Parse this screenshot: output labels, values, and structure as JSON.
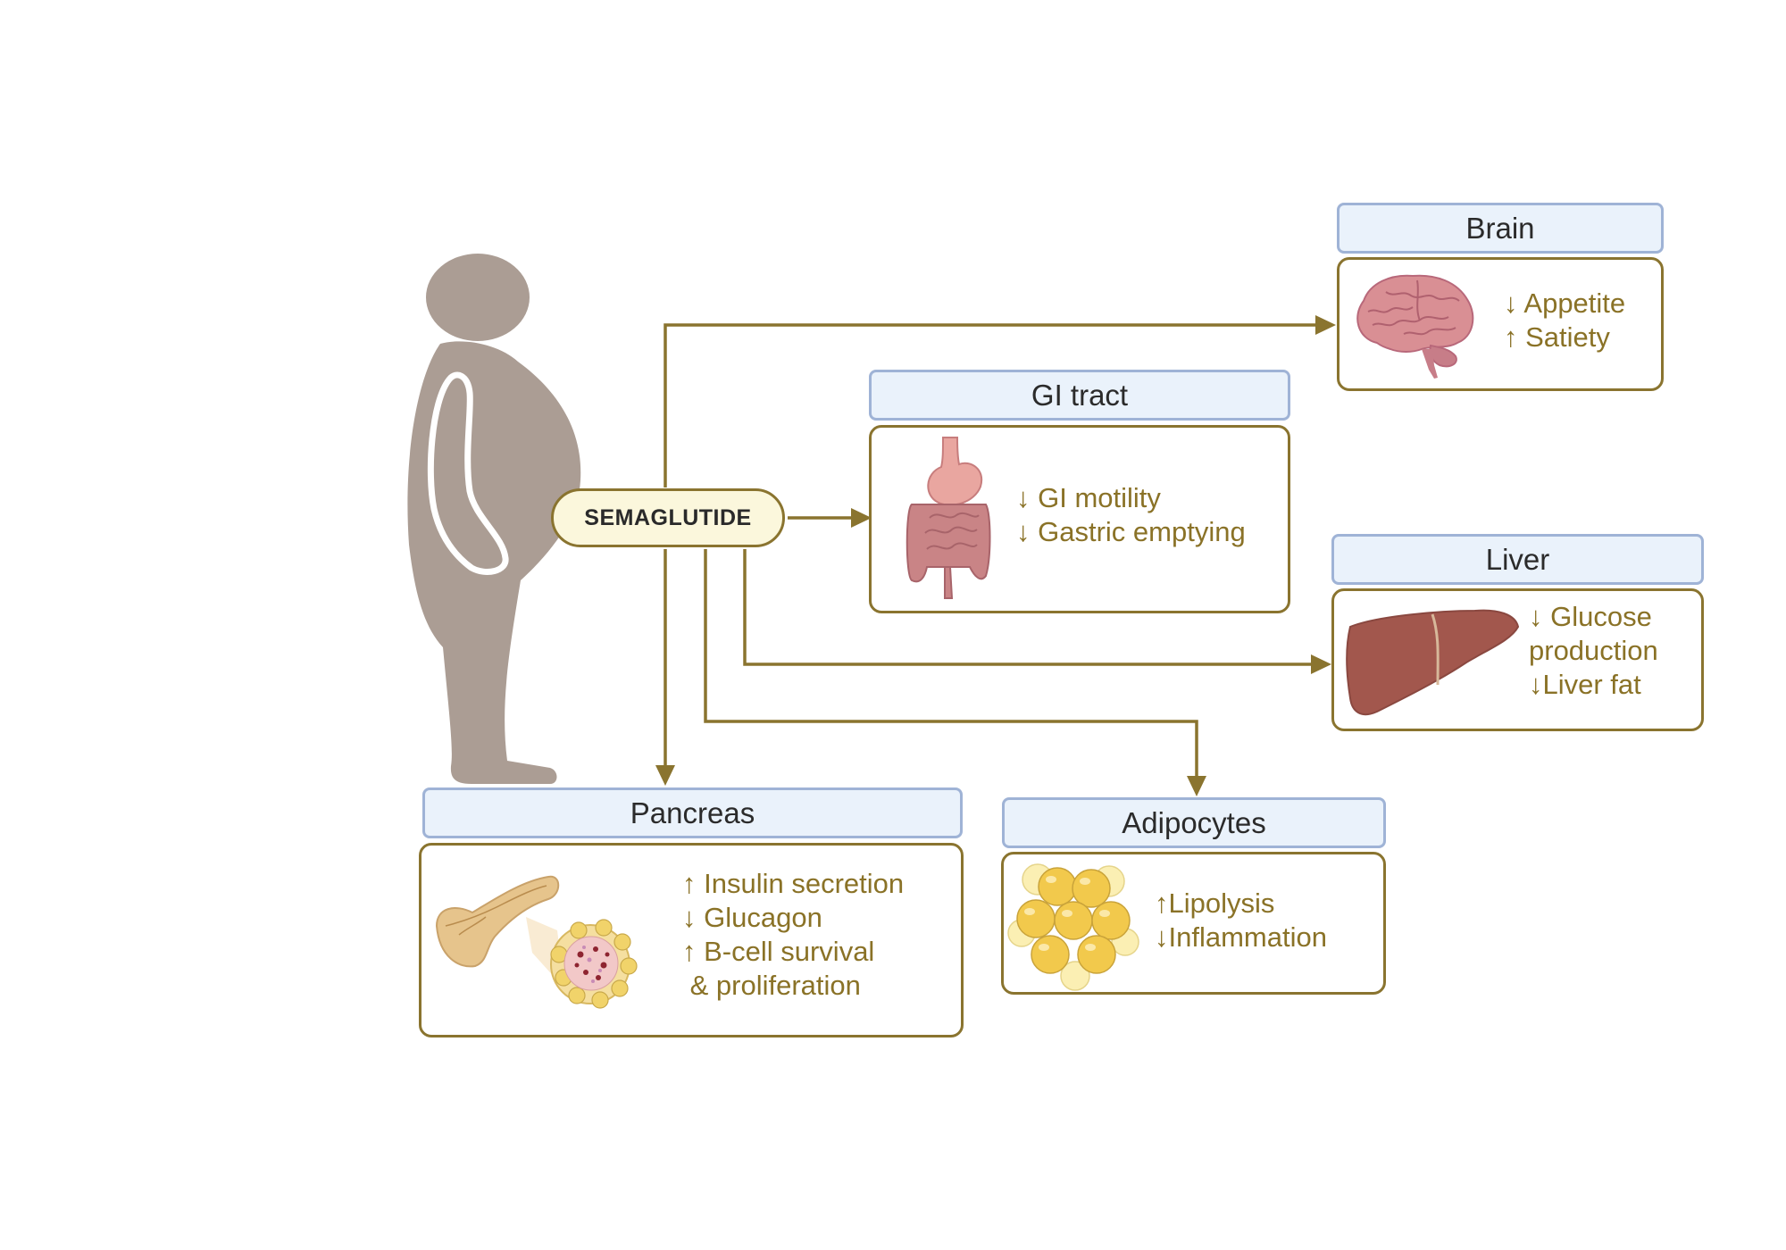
{
  "center": {
    "label": "SEMAGLUTIDE"
  },
  "colors": {
    "arrow": "#8a742f",
    "panel_border": "#8a742f",
    "header_fill": "#eaf2fb",
    "header_border": "#9fb3d6",
    "effect_text": "#8a7227",
    "silhouette": "#ab9d94"
  },
  "organs": {
    "brain": {
      "title": "Brain",
      "icon": "brain-icon",
      "effects": [
        "↓ Appetite",
        "↑ Satiety"
      ]
    },
    "gi": {
      "title": "GI tract",
      "icon": "intestine-icon",
      "effects": [
        "↓ GI motility",
        "↓ Gastric emptying"
      ]
    },
    "liver": {
      "title": "Liver",
      "icon": "liver-icon",
      "effects": [
        "↓ Glucose",
        "production",
        "↓Liver fat"
      ]
    },
    "pancreas": {
      "title": "Pancreas",
      "icon": "pancreas-icon",
      "effects": [
        "↑ Insulin secretion",
        "↓ Glucagon",
        "↑ B-cell survival",
        " & proliferation"
      ]
    },
    "adipocytes": {
      "title": "Adipocytes",
      "icon": "fat-cells-icon",
      "effects": [
        "↑Lipolysis",
        "↓Inflammation"
      ]
    }
  }
}
